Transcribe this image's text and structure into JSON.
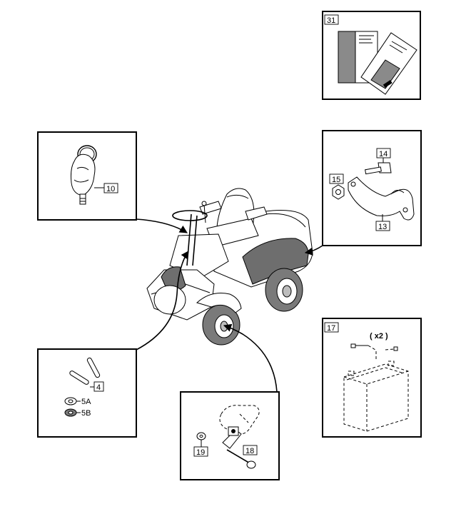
{
  "callouts": {
    "manuals": "31",
    "key": "10",
    "bolt": "14",
    "nut": "15",
    "bracket": "13",
    "battery": "17",
    "battery_qty": "( x2 )",
    "pins": "4",
    "washer_a": "5A",
    "washer_b": "5B",
    "washer": "19",
    "pin_clevis": "18"
  }
}
